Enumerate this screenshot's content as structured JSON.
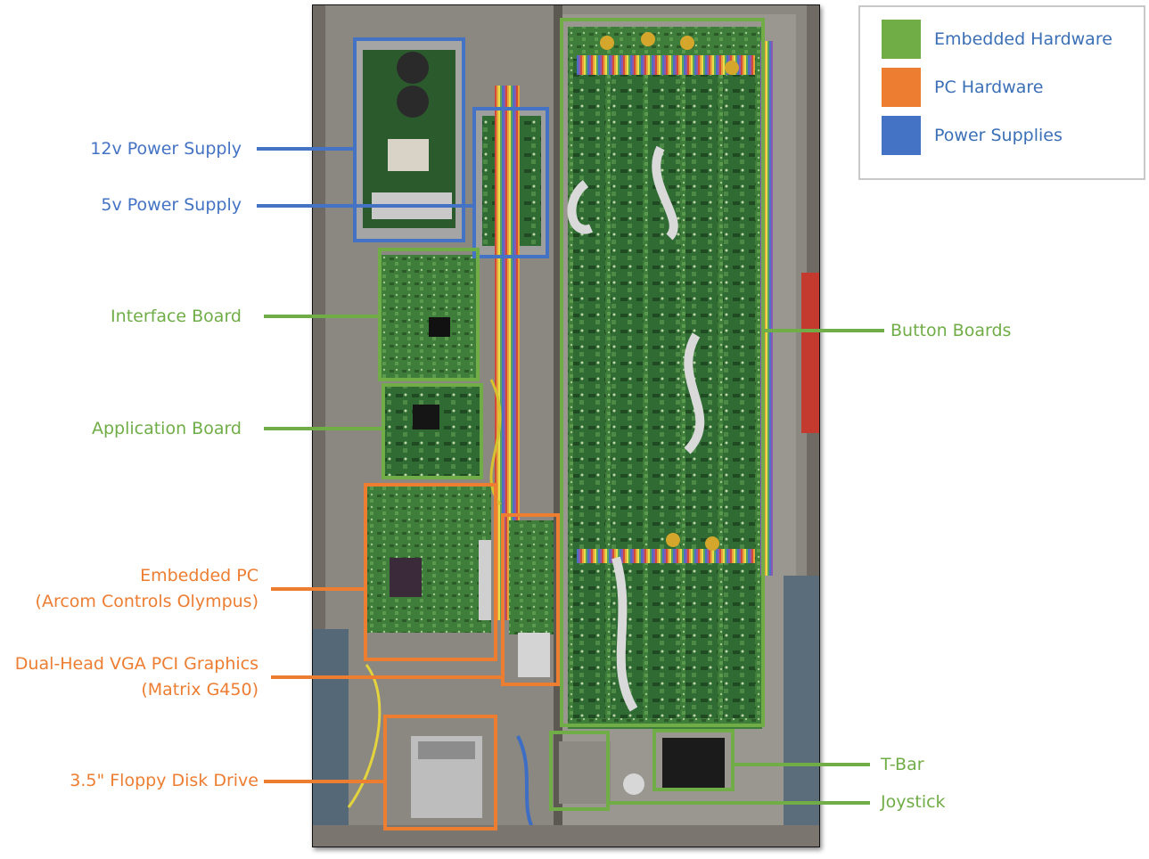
{
  "colors": {
    "embedded": "#70ad47",
    "pc": "#ed7d31",
    "power": "#4472c4",
    "text_blue": "#4472c4",
    "text_green": "#70ad47",
    "text_orange": "#ed7d31",
    "legend_text": "#3b6fb6"
  },
  "legend": {
    "items": [
      {
        "label": "Embedded Hardware",
        "color": "#70ad47"
      },
      {
        "label": "PC Hardware",
        "color": "#ed7d31"
      },
      {
        "label": "Power Supplies",
        "color": "#4472c4"
      }
    ]
  },
  "labels": {
    "power_12v": "12v Power Supply",
    "power_5v": "5v Power Supply",
    "interface_board": "Interface Board",
    "application_board": "Application Board",
    "embedded_pc_line1": "Embedded PC",
    "embedded_pc_line2": "(Arcom Controls Olympus)",
    "graphics_line1": "Dual-Head VGA PCI Graphics",
    "graphics_line2": "(Matrix G450)",
    "floppy": "3.5\" Floppy Disk Drive",
    "button_boards": "Button Boards",
    "tbar": "T-Bar",
    "joystick": "Joystick"
  },
  "photo": {
    "subject": "opened control panel chassis with circuit boards"
  }
}
